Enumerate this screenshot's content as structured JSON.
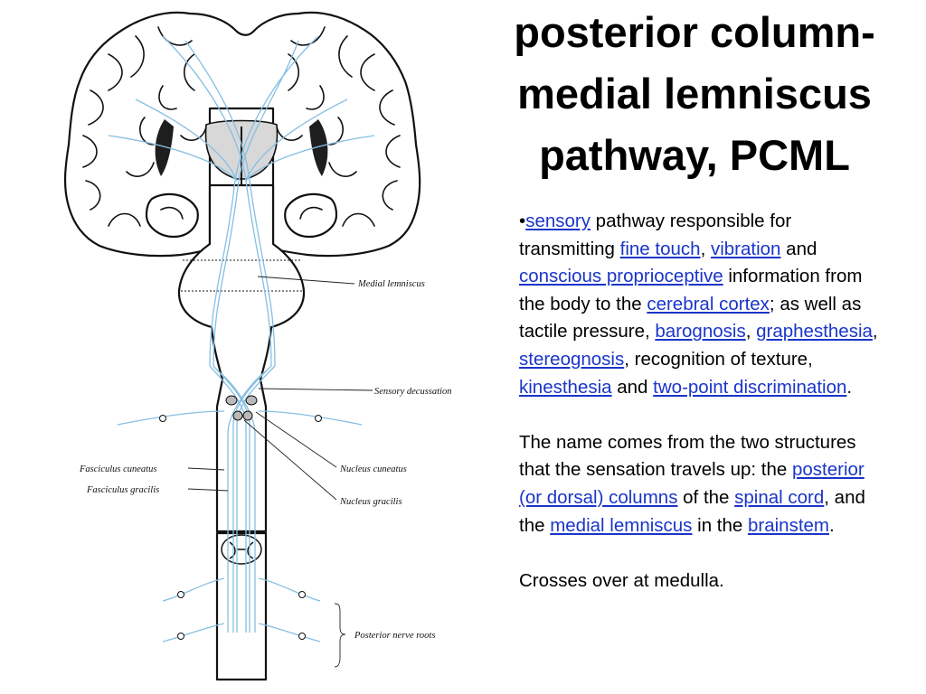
{
  "title_lines": [
    "posterior column-",
    "medial lemniscus",
    "pathway, PCML"
  ],
  "diagram_labels": {
    "medial_lemniscus": "Medial lemniscus",
    "sensory_decussation": "Sensory decussation",
    "nucleus_cuneatus": "Nucleus cuneatus",
    "nucleus_gracilis": "Nucleus gracilis",
    "fasciculus_cuneatus": "Fasciculus cuneatus",
    "fasciculus_gracilis": "Fasciculus gracilis",
    "posterior_nerve_roots": "Posterior nerve roots"
  },
  "paragraph1": {
    "bullet": "•",
    "sensory": "sensory",
    "t1": " pathway responsible for transmitting ",
    "fine_touch": "fine touch",
    "t2": ", ",
    "vibration": "vibration",
    "t3": " and ",
    "conscious_proprioceptive": "conscious proprioceptive",
    "t4": " information from the body to the ",
    "cerebral_cortex": "cerebral cortex",
    "t5": "; as well as tactile pressure, ",
    "barognosis": "barognosis",
    "t6": ", ",
    "graphesthesia": "graphesthesia",
    "t7": ", ",
    "stereognosis": "stereognosis",
    "t8": ", recognition of texture, ",
    "kinesthesia": "kinesthesia",
    "t9": " and ",
    "two_point_discrimination": "two-point discrimination",
    "t10": "."
  },
  "paragraph2": {
    "t1": "The name comes from the two structures that the sensation travels up: the ",
    "posterior_columns": "posterior (or dorsal) columns",
    "t2": " of the ",
    "spinal_cord": "spinal cord",
    "t3": ", and the ",
    "medial_lemniscus": "medial lemniscus",
    "t4": " in the ",
    "brainstem": "brainstem",
    "t5": "."
  },
  "paragraph3": "Crosses over at medulla.",
  "colors": {
    "link": "#1a35c9",
    "tract": "#86bfe2",
    "ink": "#111111"
  }
}
